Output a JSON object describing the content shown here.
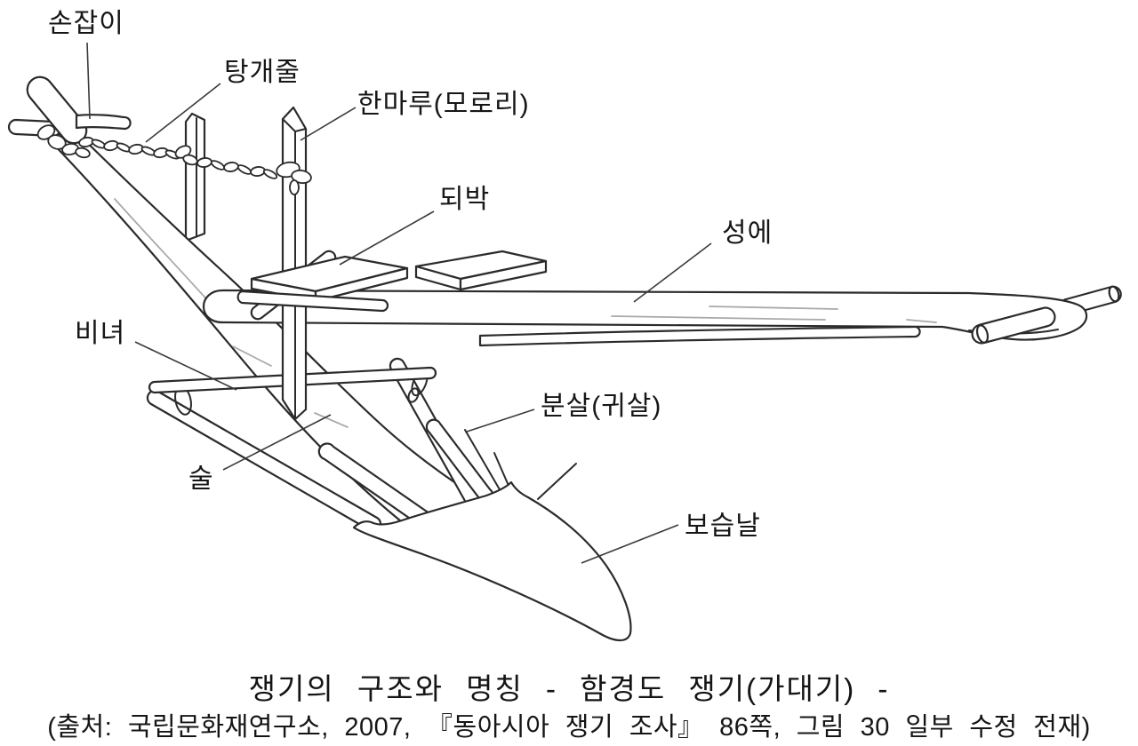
{
  "diagram": {
    "title_hint": "Structure and part names of a Korean plow",
    "labels": [
      {
        "id": "sonjabi",
        "text": "손잡이"
      },
      {
        "id": "tanggaejul",
        "text": "탕개줄"
      },
      {
        "id": "hanmaru",
        "text": "한마루(모로리)"
      },
      {
        "id": "doebak",
        "text": "되박"
      },
      {
        "id": "seonge",
        "text": "성에"
      },
      {
        "id": "binyeo",
        "text": "비녀"
      },
      {
        "id": "sul",
        "text": "술"
      },
      {
        "id": "bunsal",
        "text": "분살(귀살)"
      },
      {
        "id": "boseupnal",
        "text": "보습날"
      }
    ],
    "caption": "쟁기의 구조와 명칭 - 함경도 쟁기(가대기) -",
    "source": "(출처: 국립문화재연구소, 2007, 『동아시아 쟁기 조사』 86쪽, 그림 30 일부 수정 전재)",
    "colors": {
      "line": "#2b2b2b",
      "background": "#ffffff"
    }
  }
}
